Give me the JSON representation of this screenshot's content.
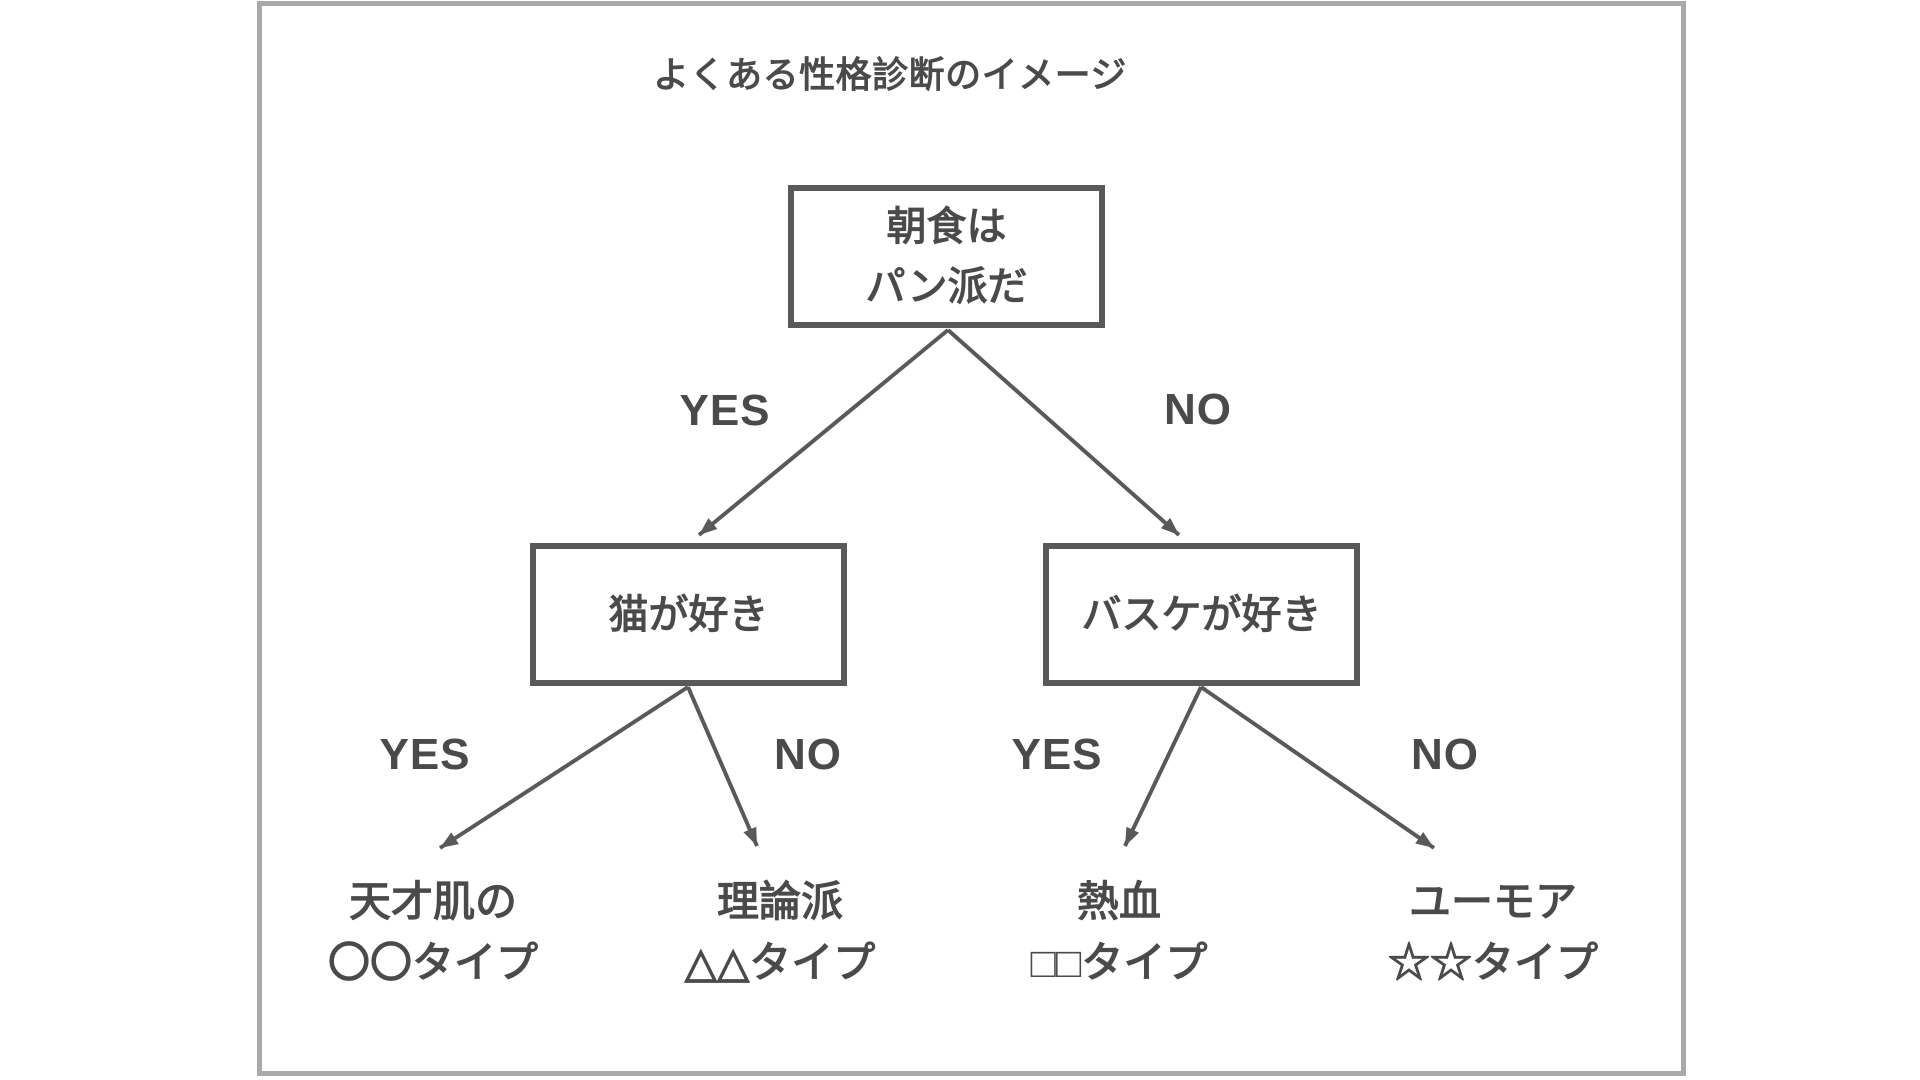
{
  "diagram": {
    "title": "よくある性格診断のイメージ",
    "nodes": {
      "root": {
        "text": "朝食は\nパン派だ"
      },
      "left": {
        "text": "猫が好き"
      },
      "right": {
        "text": "バスケが好き"
      }
    },
    "edges": {
      "root_yes": "YES",
      "root_no": "NO",
      "left_yes": "YES",
      "left_no": "NO",
      "right_yes": "YES",
      "right_no": "NO"
    },
    "leaves": [
      {
        "text": "天才肌の\n〇〇タイプ"
      },
      {
        "text": "理論派\n△△タイプ"
      },
      {
        "text": "熱血\n□□タイプ"
      },
      {
        "text": "ユーモア\n☆☆タイプ"
      }
    ],
    "colors": {
      "text": "#4a4a4a",
      "line": "#58595b",
      "frame": "#a9a9a9",
      "background": "#ffffff"
    }
  }
}
